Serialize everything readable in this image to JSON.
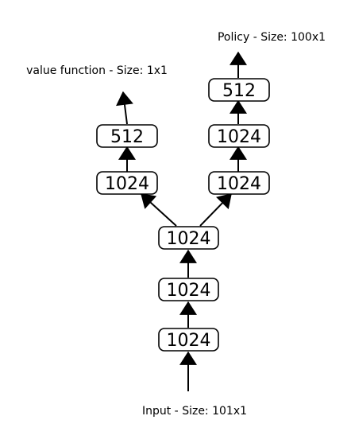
{
  "labels": {
    "input": "Input - Size: 101x1",
    "value_output": "value function - Size: 1x1",
    "policy_output": "Policy - Size: 100x1"
  },
  "nodes": {
    "shared_1": "1024",
    "shared_2": "1024",
    "shared_3": "1024",
    "value_1": "1024",
    "value_2": "512",
    "policy_1": "1024",
    "policy_2": "1024",
    "policy_3": "512"
  },
  "colors": {
    "stroke": "#000000",
    "background": "#ffffff"
  }
}
